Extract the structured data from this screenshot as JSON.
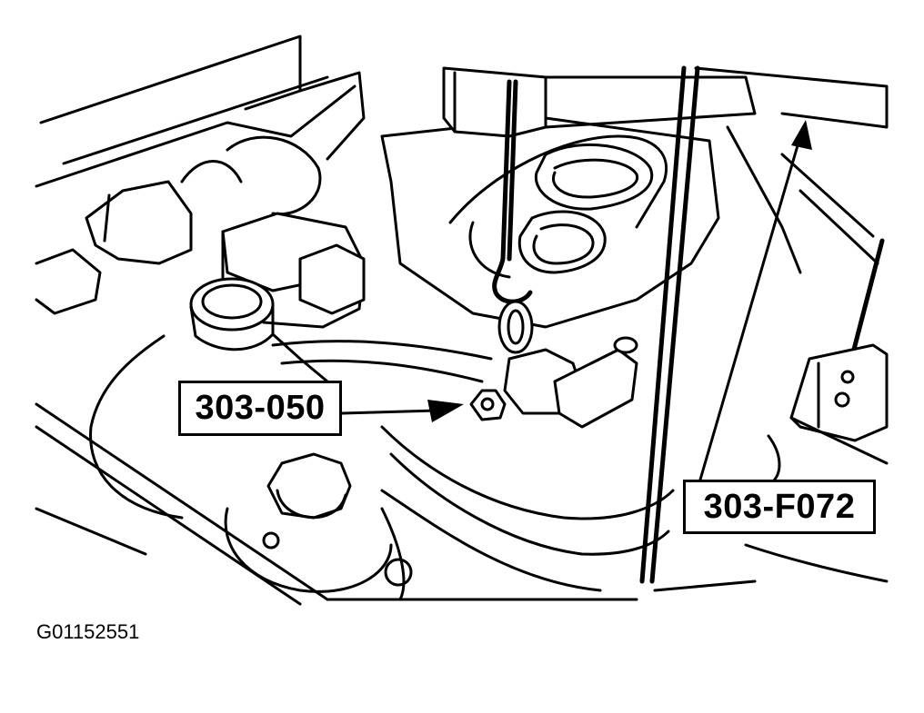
{
  "callouts": {
    "tool_a": "303-050",
    "tool_b": "303-F072"
  },
  "figure_id": "G01152551",
  "colors": {
    "line": "#000000",
    "background": "#ffffff"
  }
}
